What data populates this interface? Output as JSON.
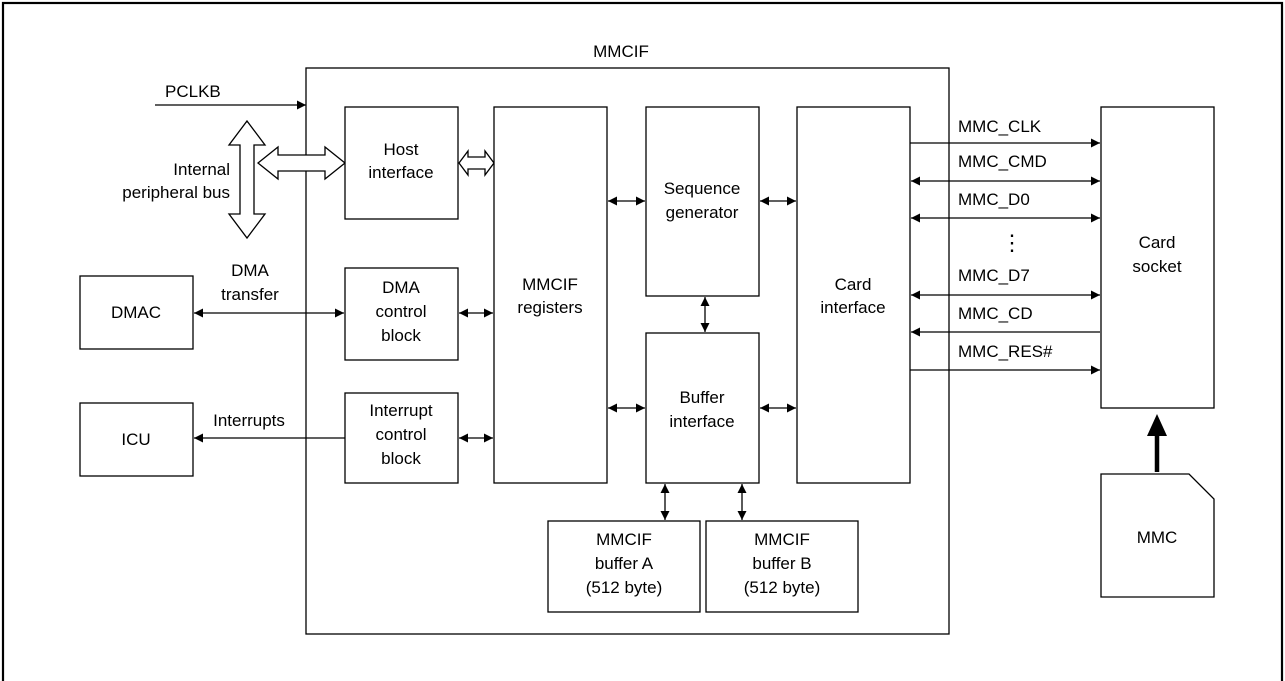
{
  "title": "MMCIF",
  "signals": {
    "pclkb": "PCLKB",
    "internal_bus": [
      "Internal",
      "peripheral bus"
    ],
    "dma_transfer": [
      "DMA",
      "transfer"
    ],
    "interrupts": "Interrupts"
  },
  "blocks": {
    "host_interface": [
      "Host",
      "interface"
    ],
    "dma_control": [
      "DMA",
      "control",
      "block"
    ],
    "interrupt_control": [
      "Interrupt",
      "control",
      "block"
    ],
    "registers": [
      "MMCIF",
      "registers"
    ],
    "sequence_generator": [
      "Sequence",
      "generator"
    ],
    "buffer_interface": [
      "Buffer",
      "interface"
    ],
    "card_interface": [
      "Card",
      "interface"
    ],
    "buffer_a": [
      "MMCIF",
      "buffer A",
      "(512 byte)"
    ],
    "buffer_b": [
      "MMCIF",
      "buffer B",
      "(512 byte)"
    ],
    "dmac": "DMAC",
    "icu": "ICU",
    "card_socket": [
      "Card",
      "socket"
    ],
    "mmc": "MMC"
  },
  "card_signals": {
    "clk": "MMC_CLK",
    "cmd": "MMC_CMD",
    "d0": "MMC_D0",
    "ellipsis": "⋮",
    "d7": "MMC_D7",
    "cd": "MMC_CD",
    "res": "MMC_RES#"
  }
}
